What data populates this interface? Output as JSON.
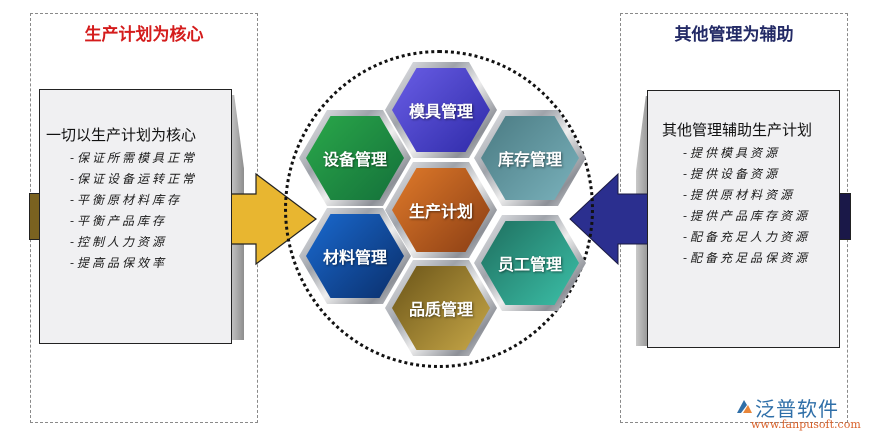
{
  "left_panel": {
    "title": "生产计划为核心",
    "title_color": "#d41c1c",
    "box": {
      "heading": "一切以生产计划为核心",
      "items": [
        "-保证所需模具正常",
        "-保证设备运转正常",
        "-平衡原材料库存",
        "-平衡产品库存",
        "-控制人力资源",
        "-提高品保效率"
      ]
    },
    "arrow_color": "#e8b630",
    "bar_color": "#7a6220"
  },
  "right_panel": {
    "title": "其他管理为辅助",
    "title_color": "#232a66",
    "box": {
      "heading": "其他管理辅助生产计划",
      "items": [
        "-提供模具资源",
        "-提供设备资源",
        "-提供原材料资源",
        "-提供产品库存资源",
        "-配备充足人力资源",
        "-配备充足品保资源"
      ]
    },
    "arrow_color": "#2b2f8f",
    "bar_color": "#1a1848"
  },
  "hexagons": [
    {
      "label": "模具管理",
      "color_from": "#6a5ee6",
      "color_to": "#2e2aa8"
    },
    {
      "label": "设备管理",
      "color_from": "#2aa84a",
      "color_to": "#14703a"
    },
    {
      "label": "库存管理",
      "color_from": "#4a7a82",
      "color_to": "#7ab2bc"
    },
    {
      "label": "生产计划",
      "color_from": "#e07a2a",
      "color_to": "#8a3e14"
    },
    {
      "label": "材料管理",
      "color_from": "#1a6ad0",
      "color_to": "#0a2e6a"
    },
    {
      "label": "员工管理",
      "color_from": "#1e6e5e",
      "color_to": "#3cc0a8"
    },
    {
      "label": "品质管理",
      "color_from": "#6a5418",
      "color_to": "#c8a848"
    }
  ],
  "logo": {
    "name": "泛普软件",
    "url": "www.fanpusoft.com"
  }
}
